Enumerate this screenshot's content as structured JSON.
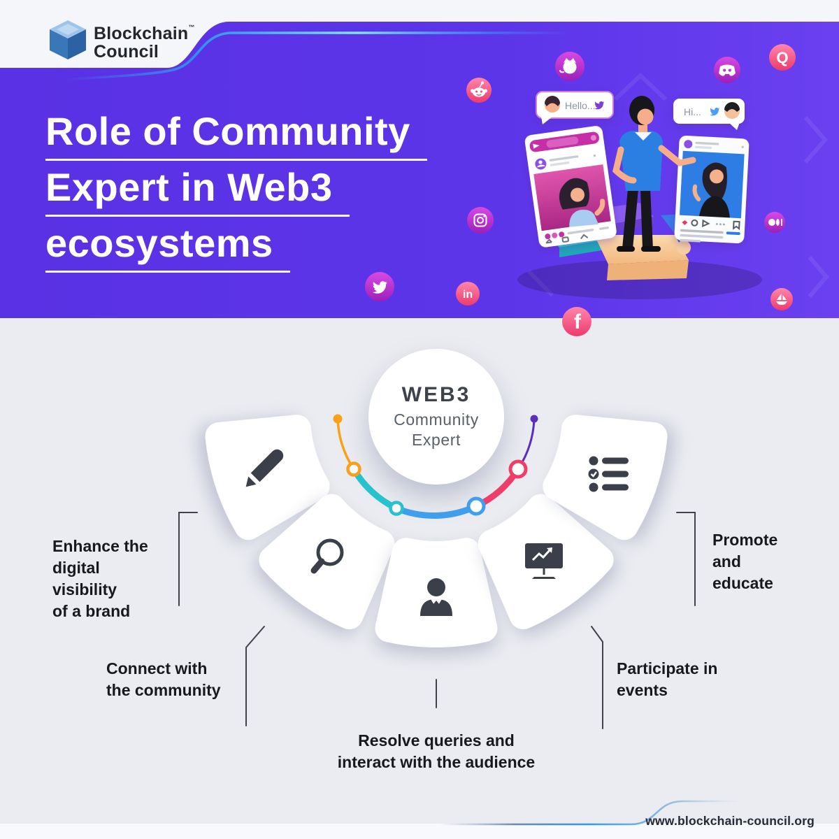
{
  "brand": {
    "line1": "Blockchain",
    "tm": "™",
    "line2": "Council"
  },
  "banner": {
    "title_lines": [
      "Role of Community",
      "Expert in Web3",
      "ecosystems"
    ],
    "chat": {
      "left": "Hello...",
      "right": "Hi..."
    },
    "social_icons": [
      {
        "name": "reddit-icon"
      },
      {
        "name": "github-icon"
      },
      {
        "name": "discord-icon"
      },
      {
        "name": "quora-icon",
        "letter": "Q"
      },
      {
        "name": "instagram-icon"
      },
      {
        "name": "medium-icon"
      },
      {
        "name": "twitter-icon"
      },
      {
        "name": "linkedin-icon",
        "letter": "in"
      },
      {
        "name": "facebook-icon",
        "letter": "f"
      },
      {
        "name": "sailboat-icon"
      }
    ]
  },
  "diagram": {
    "center": {
      "title": "WEB3",
      "subtitle_line1": "Community",
      "subtitle_line2": "Expert"
    },
    "items": [
      {
        "icon": "pencil-icon",
        "lines": [
          "Enhance the",
          "digital",
          "visibility",
          "of a brand"
        ]
      },
      {
        "icon": "magnifier-icon",
        "lines": [
          "Connect with",
          "the community"
        ]
      },
      {
        "icon": "person-icon",
        "lines": [
          "Resolve queries and",
          "interact with the audience"
        ]
      },
      {
        "icon": "presentation-chart-icon",
        "lines": [
          "Participate in",
          "events"
        ]
      },
      {
        "icon": "checklist-icon",
        "lines": [
          "Promote",
          "and",
          "educate"
        ]
      }
    ]
  },
  "footer": {
    "website": "www.blockchain-council.org"
  },
  "colors": {
    "banner_purple": "#5C33E8",
    "accent_cyan": "#2BB3F2",
    "background_gray": "#EBECF1",
    "card_white": "#FFFFFF",
    "icon_dark": "#3B3F4A",
    "arc_orange": "#F9A11B",
    "arc_teal": "#27C4CE",
    "arc_blue": "#3FA0EF",
    "arc_pink": "#EF3E68",
    "arc_purple": "#5B2EBE",
    "social_magenta": "#BD2ED1",
    "social_pink": "#F2557E"
  }
}
